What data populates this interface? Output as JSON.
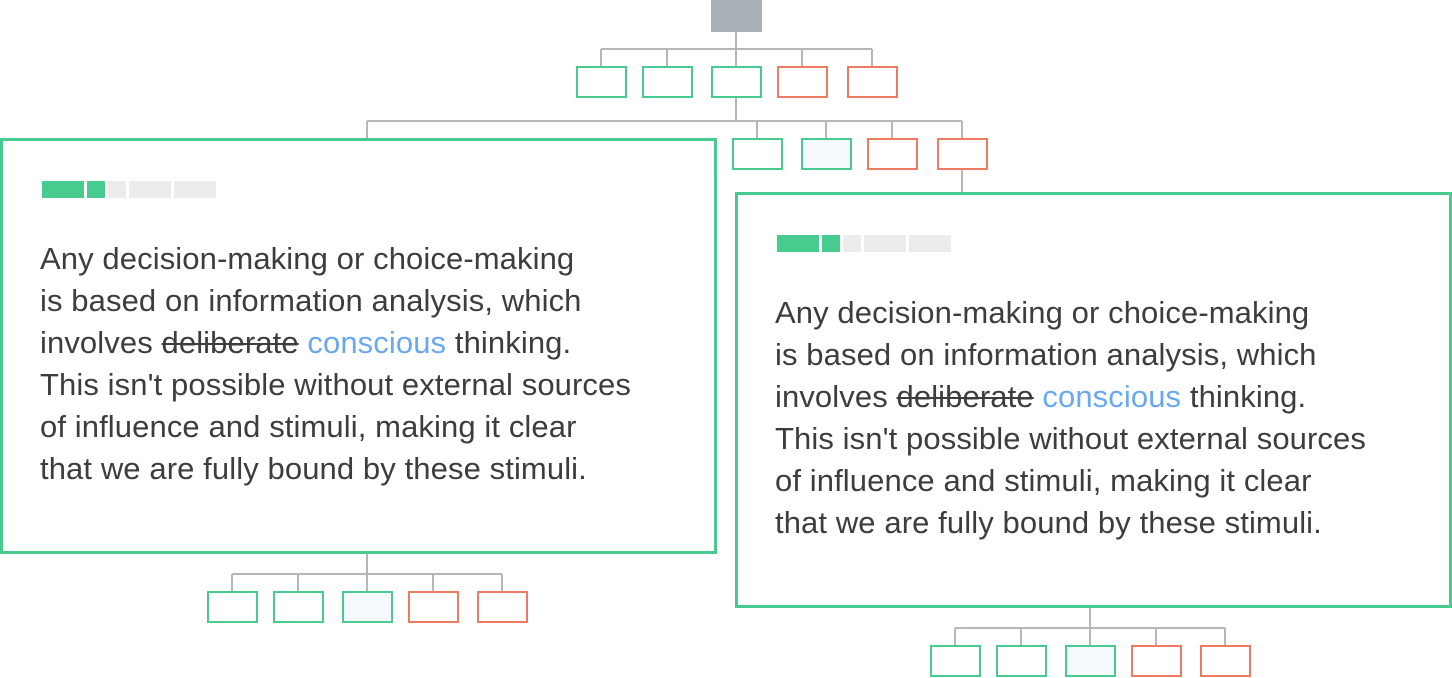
{
  "colors": {
    "pro": "#47cb8e",
    "con": "#ef7a62",
    "root": "#a9afb7",
    "connector": "#b4b8bd",
    "insert_text": "#6aa8ef",
    "meter_empty": "#ececec"
  },
  "cards": {
    "left": {
      "rating": {
        "filled": 2,
        "total": 5
      },
      "text": {
        "line1": "Any decision-making or choice-making",
        "line2": "is based on information analysis, which",
        "line3_start": "involves ",
        "deleted_word": "deliberate",
        "inserted_word": "conscious",
        "line3_end": " thinking.",
        "line4": "This isn't possible without external sources",
        "line5": "of influence and stimuli, making it clear",
        "line6": "that we are fully bound by these stimuli."
      }
    },
    "right": {
      "rating": {
        "filled": 2,
        "total": 5
      },
      "text": {
        "line1": "Any decision-making or choice-making",
        "line2": "is based on information analysis, which",
        "line3_start": "involves ",
        "deleted_word": "deliberate",
        "inserted_word": "conscious",
        "line3_end": " thinking.",
        "line4": "This isn't possible without external sources",
        "line5": "of influence and stimuli, making it clear",
        "line6": "that we are fully bound by these stimuli."
      }
    }
  },
  "tree": {
    "row1": [
      "pro",
      "pro",
      "pro",
      "con",
      "con"
    ],
    "row2": [
      "pro",
      "pro",
      "con",
      "con"
    ],
    "under_left_card": [
      "pro",
      "pro",
      "pro",
      "con",
      "con"
    ],
    "under_right_card": [
      "pro",
      "pro",
      "pro",
      "con",
      "con"
    ]
  }
}
